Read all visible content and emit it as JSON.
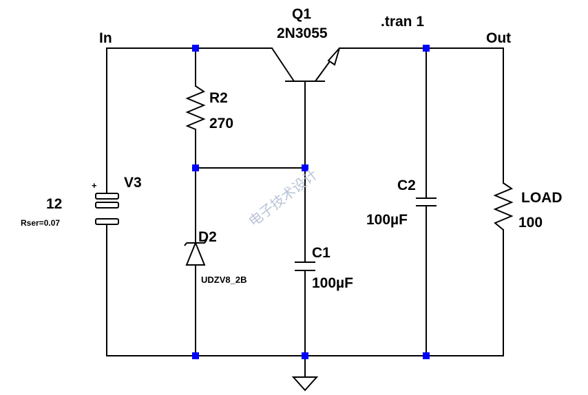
{
  "schematic": {
    "directive": ".tran 1",
    "nets": {
      "input": "In",
      "output": "Out"
    },
    "components": {
      "v3": {
        "ref": "V3",
        "value": "12",
        "param": "Rser=0.07",
        "polarity": "+"
      },
      "q1": {
        "ref": "Q1",
        "value": "2N3055"
      },
      "r2": {
        "ref": "R2",
        "value": "270"
      },
      "d2": {
        "ref": "D2",
        "value": "UDZV8_2B"
      },
      "c1": {
        "ref": "C1",
        "value": "100µF"
      },
      "c2": {
        "ref": "C2",
        "value": "100µF"
      },
      "load": {
        "ref": "LOAD",
        "value": "100"
      }
    },
    "colors": {
      "wire": "#000000",
      "junction": "#0000ff",
      "component": "#000000",
      "watermark": "#b9c4d6"
    }
  },
  "watermark": {
    "text": "电子技术设计"
  }
}
